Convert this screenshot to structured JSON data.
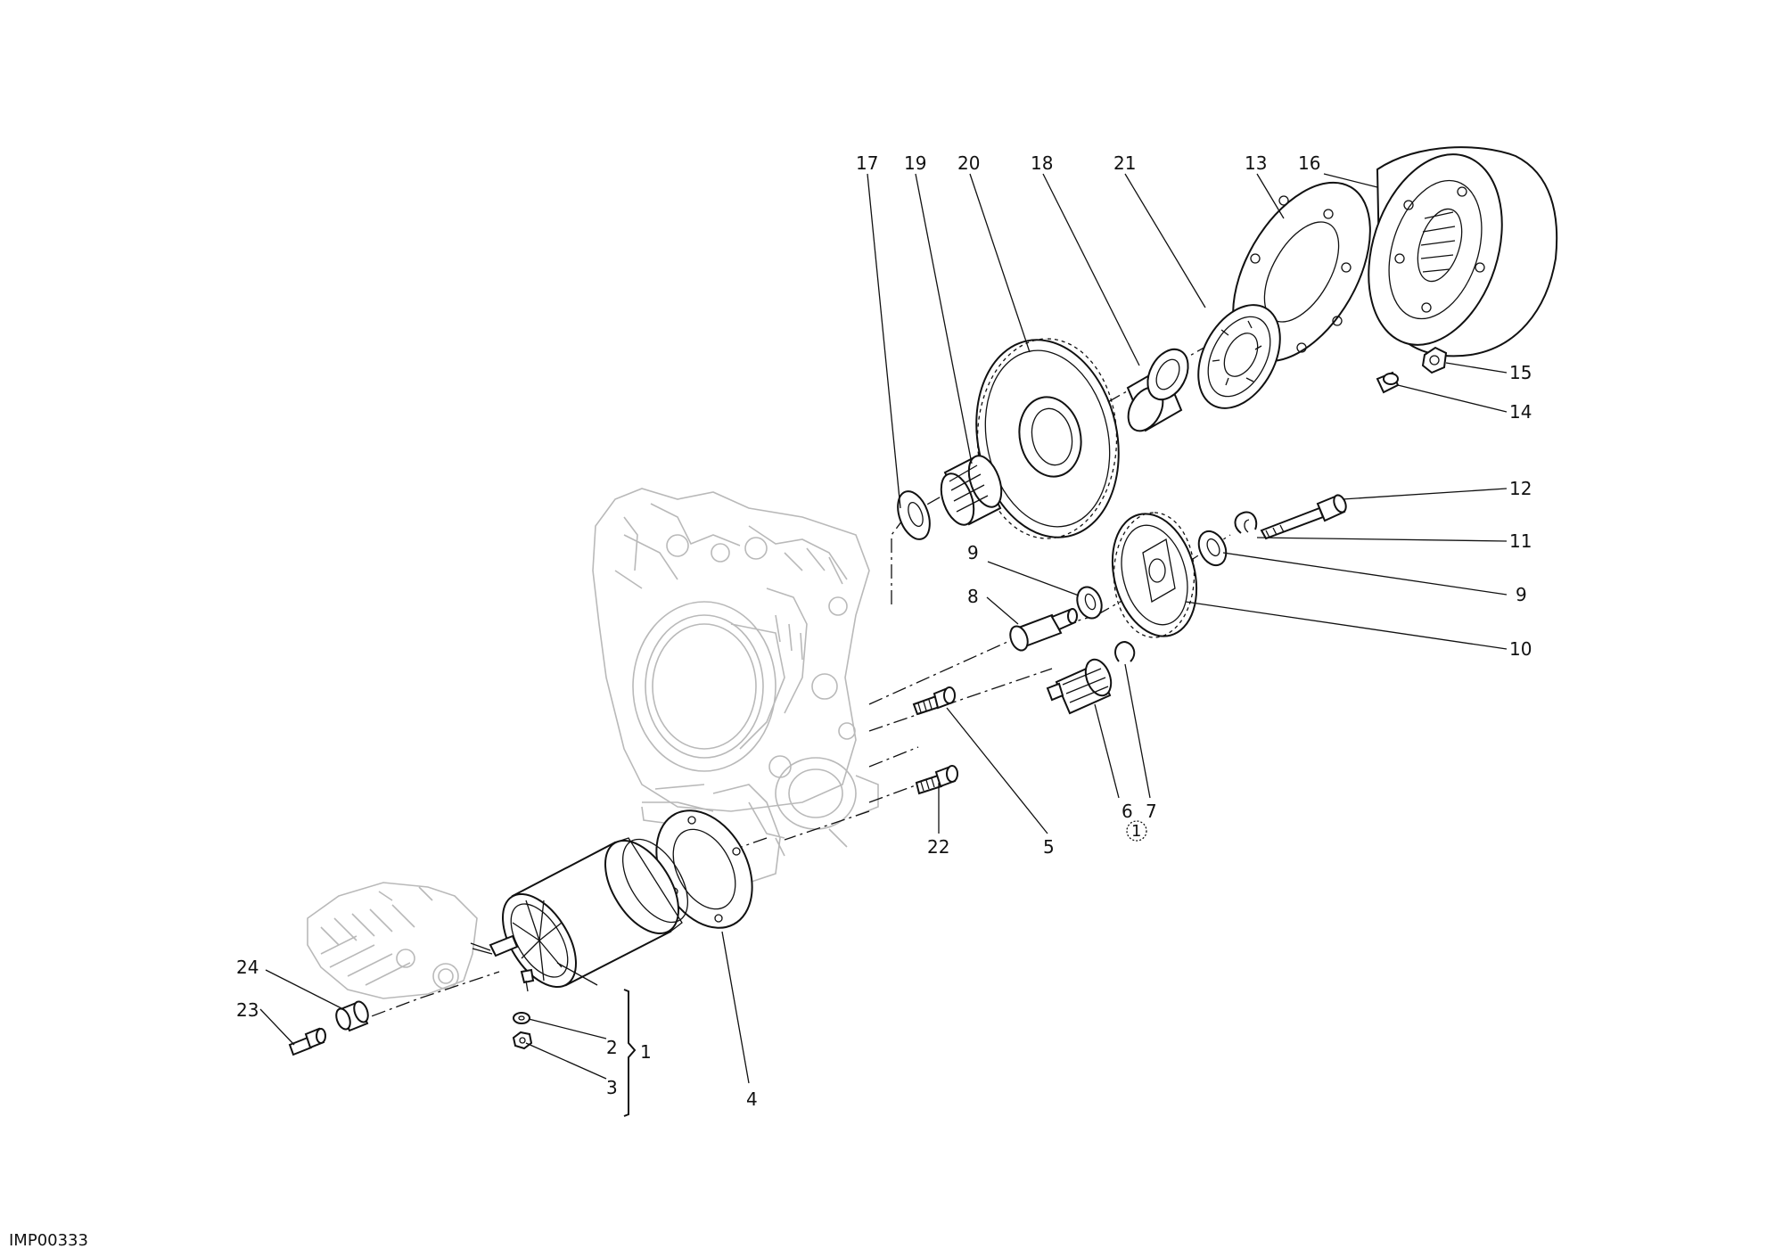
{
  "drawing_code": "IMP00333",
  "callouts": [
    "17",
    "19",
    "20",
    "18",
    "21",
    "13",
    "16",
    "15",
    "14",
    "12",
    "11",
    "9",
    "10",
    "9",
    "8",
    "6",
    "7",
    "5",
    "22",
    "4",
    "24",
    "23",
    "2",
    "3",
    "1"
  ],
  "note_symbol": "1"
}
